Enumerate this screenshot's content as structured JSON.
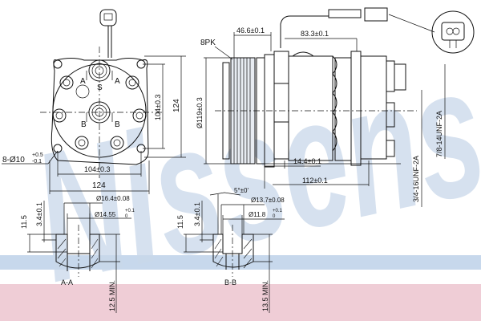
{
  "watermark": {
    "text": "Nissens",
    "color": "#c9d8ea"
  },
  "bands": {
    "blue": "#c7d8ec",
    "pink": "#efcdd6"
  },
  "front_view": {
    "ports": {
      "suction_a_left": "A",
      "suction_a_right": "A",
      "suction_label": "S",
      "discharge_b_left": "B",
      "discharge_b_right": "B"
    },
    "dims": {
      "height_outer": "124",
      "height_inner": "104±0.3",
      "width_inner": "104±0.3",
      "width_outer": "124",
      "holes_main": "8-Ø10",
      "holes_tol_upper": "+0.5",
      "holes_tol_lower": "-0.1"
    }
  },
  "side_view": {
    "dims": {
      "pulley_type": "8PK",
      "pulley_offset": "46.6±0.1",
      "connector_offset": "83.3±0.1",
      "pulley_diameter": "Ø119±0.3",
      "flange_offset": "14.4±0.1",
      "body_length": "112±0.1",
      "thread_suction": "3/4-16UNF-2A",
      "thread_discharge": "7/8-14UNF-2A"
    }
  },
  "section_a": {
    "title": "A-A",
    "outer_dia": "Ø16.4±0.08",
    "inner_dia": "Ø14.55",
    "inner_tol_upper": "+0.1",
    "inner_tol_lower": "0",
    "depth_total": "11.5",
    "depth_step": "3.4±0.1",
    "min_depth": "12.5 MIN."
  },
  "section_b": {
    "title": "B-B",
    "angle": "5°±0'",
    "outer_dia": "Ø13.7±0.08",
    "inner_dia": "Ø11.8",
    "inner_tol_upper": "+0.1",
    "inner_tol_lower": "0",
    "depth_total": "11.5",
    "depth_step": "3.4±0.1",
    "min_depth": "13.5 MIN."
  }
}
